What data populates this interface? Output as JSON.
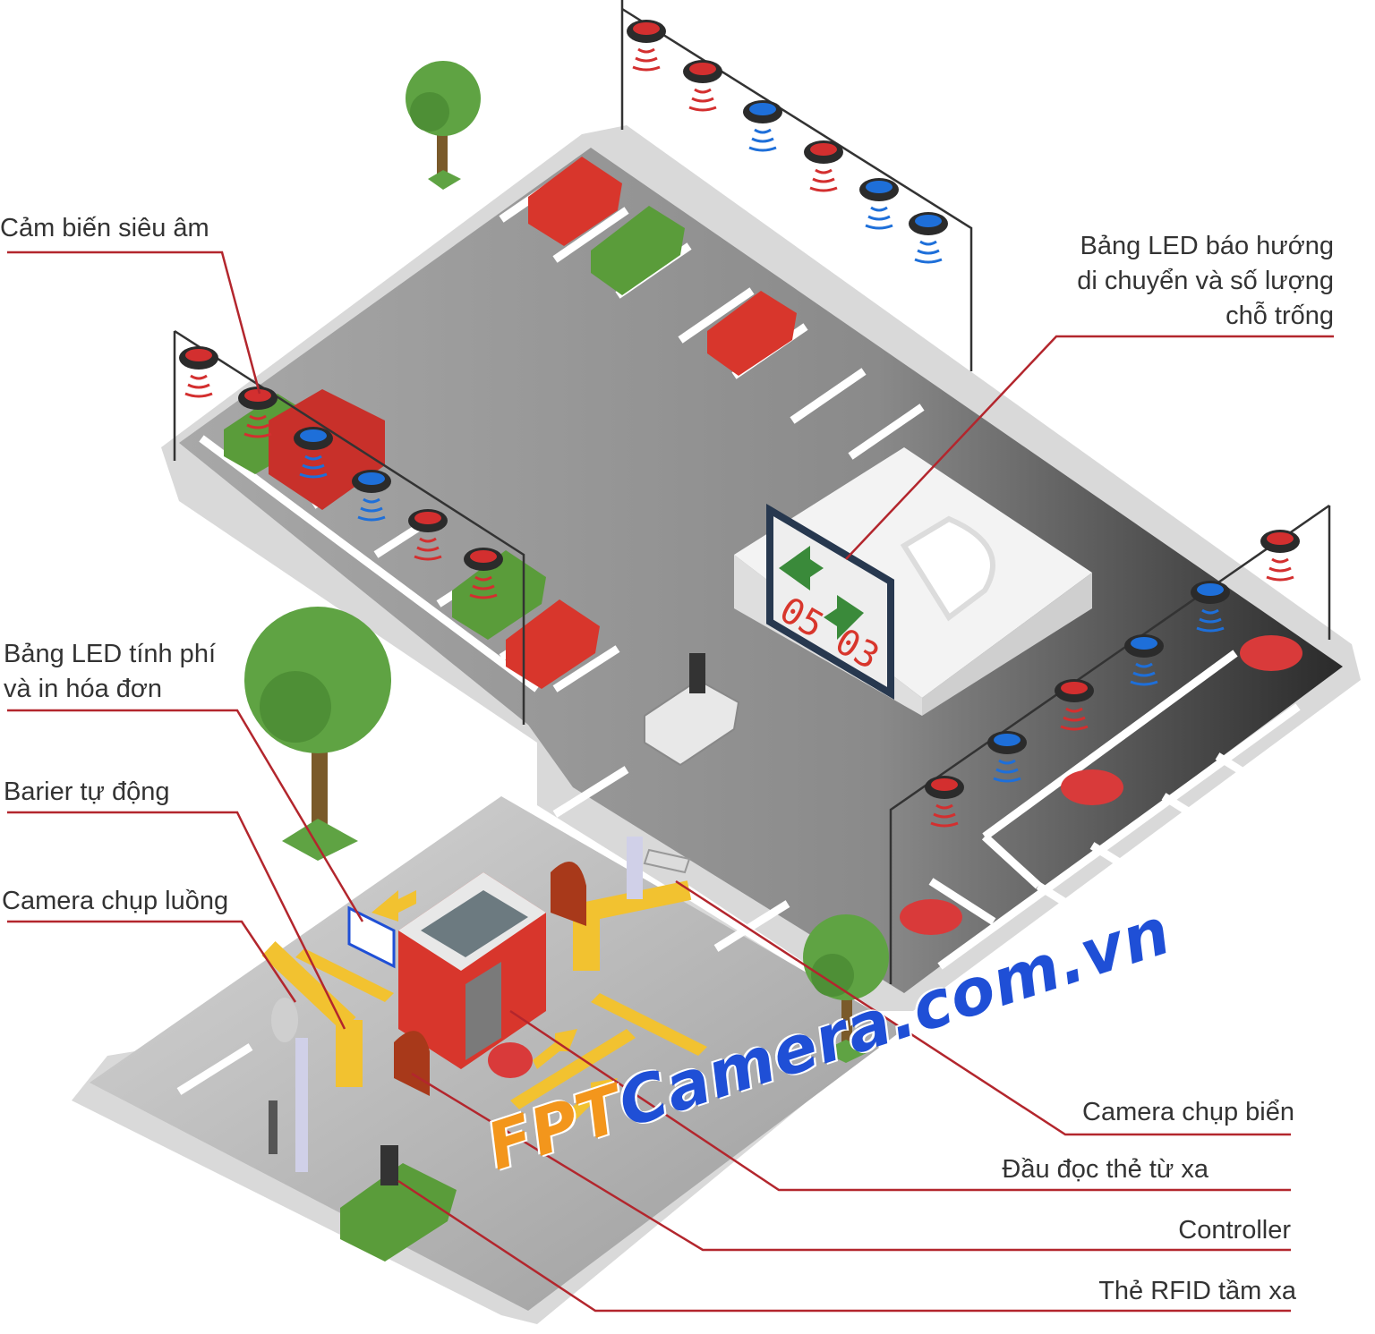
{
  "labels": {
    "ultrasonic_sensor": "Cảm biến siêu âm",
    "led_direction": [
      "Bảng LED báo hướng",
      "di chuyển và số lượng",
      "chỗ trống"
    ],
    "led_fee": [
      "Bảng LED tính phí",
      "và in hóa đơn"
    ],
    "auto_barrier": "Barier tự động",
    "lane_camera": "Camera chụp luồng",
    "plate_camera": "Camera chụp biển",
    "remote_card_reader": "Đầu đọc thẻ từ xa",
    "controller": "Controller",
    "rfid_card": "Thẻ RFID tầm xa"
  },
  "led_board": {
    "left_count": "05",
    "right_count": "03"
  },
  "watermark": {
    "part1": "FPT",
    "part2": "Camera.com.vn"
  },
  "colors": {
    "leader_line": "#b3262d",
    "ground": "#8c8c8c",
    "sensor_red": "#d32f2f",
    "sensor_blue": "#1e6fd9",
    "tree": "#5fa343"
  }
}
